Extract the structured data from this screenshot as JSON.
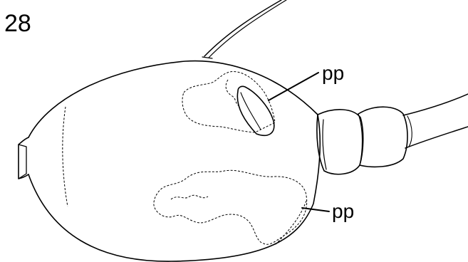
{
  "figure": {
    "number": "28",
    "labels": [
      {
        "text": "pp"
      },
      {
        "text": "pp"
      }
    ],
    "colors": {
      "ink": "#000000",
      "background": "#ffffff"
    }
  }
}
